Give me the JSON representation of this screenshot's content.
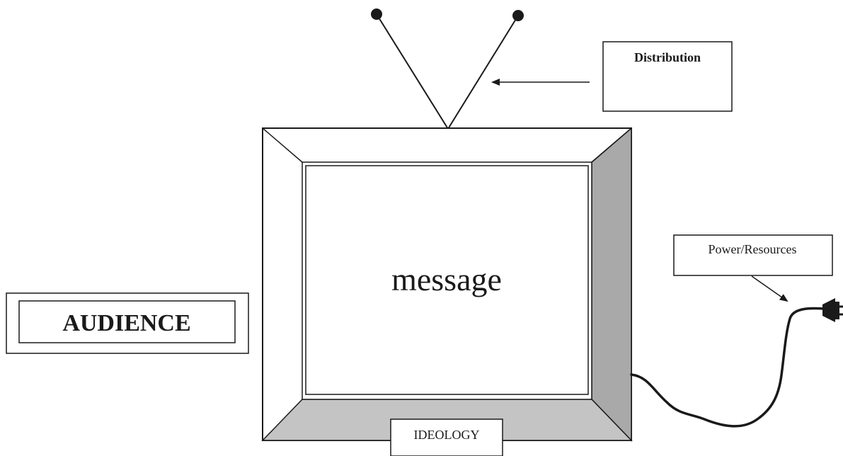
{
  "labels": {
    "distribution": "Distribution",
    "message": "message",
    "power_resources": "Power/Resources",
    "audience": "AUDIENCE",
    "ideology": "IDEOLOGY"
  },
  "colors": {
    "stroke": "#1a1a1a",
    "bevel_shade": "#c4c4c4",
    "right_bevel_shade": "#a9a9a9",
    "background": "#ffffff"
  },
  "icons": {
    "antenna": "antenna-icon",
    "plug": "plug-icon",
    "arrow": "arrow-icon"
  }
}
